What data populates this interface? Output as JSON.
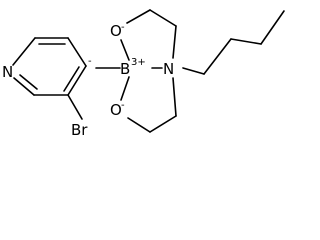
{
  "molecule": {
    "atoms": {
      "n_pyridine": "N",
      "bromine": "Br",
      "boron": "B",
      "boron_charge": "3+",
      "oxygen_top": "O",
      "oxygen_top_charge": "-",
      "oxygen_bottom": "O",
      "oxygen_bottom_charge": "-",
      "n_amine": "N",
      "carbanion_charge": "-"
    }
  }
}
